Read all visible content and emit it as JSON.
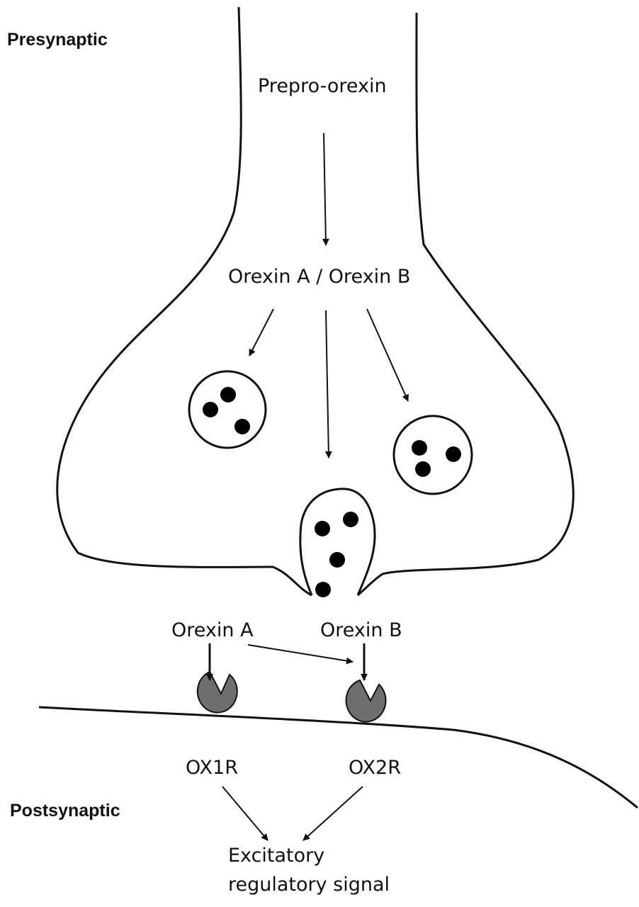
{
  "labels": {
    "presynaptic": "Presynaptic",
    "postsynaptic": "Postsynaptic",
    "prepro_orexin": "Prepro-orexin",
    "orexin_ab": "Orexin A / Orexin B",
    "orexin_a": "Orexin A",
    "orexin_b": "Orexin B",
    "ox1r": "OX1R",
    "ox2r": "OX2R",
    "signal_line1": "Excitatory",
    "signal_line2": "regulatory signal"
  },
  "colors": {
    "stroke": "#111111",
    "receptor_fill": "#6e6e6e",
    "background": "#ffffff"
  }
}
